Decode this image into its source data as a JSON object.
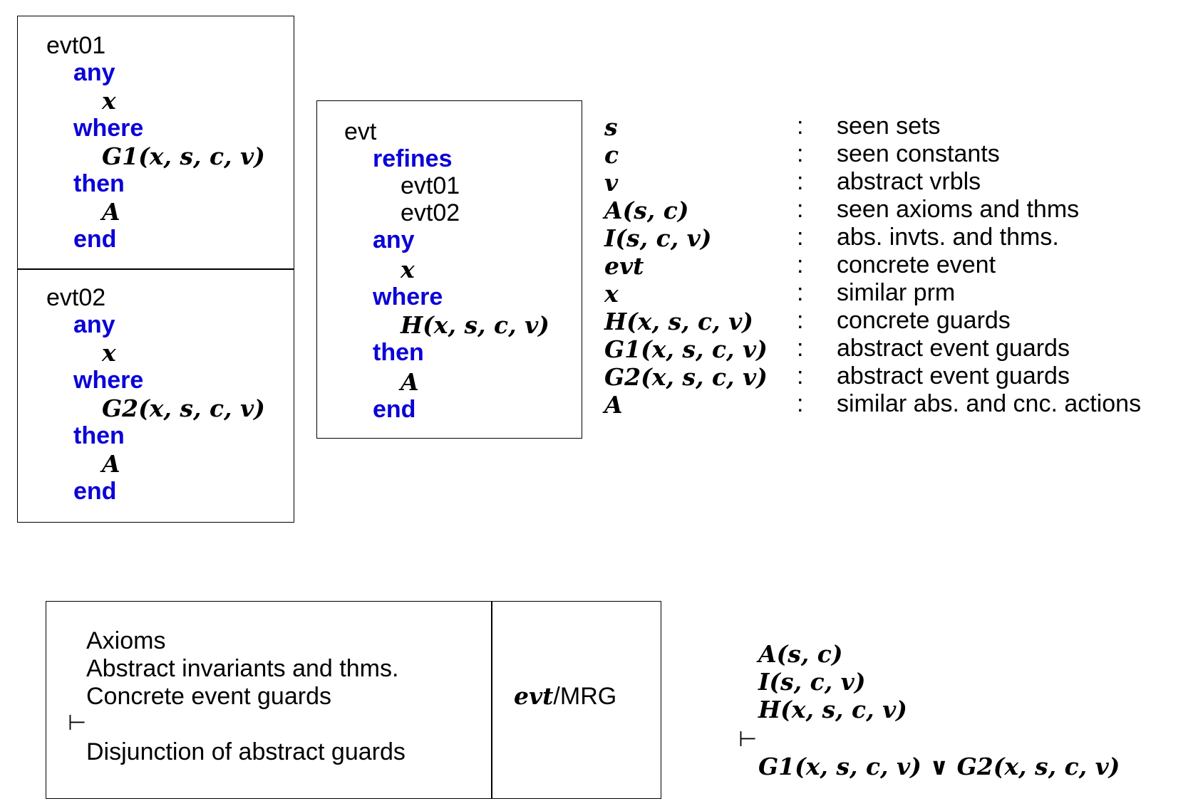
{
  "evt01": {
    "name": "evt01",
    "any_kw": "any",
    "param": "x",
    "where_kw": "where",
    "guard": "G1(x, s, c, v)",
    "then_kw": "then",
    "action": "A",
    "end_kw": "end"
  },
  "evt02": {
    "name": "evt02",
    "any_kw": "any",
    "param": "x",
    "where_kw": "where",
    "guard": "G2(x, s, c, v)",
    "then_kw": "then",
    "action": "A",
    "end_kw": "end"
  },
  "evt": {
    "name": "evt",
    "refines_kw": "refines",
    "refined": [
      "evt01",
      "evt02"
    ],
    "any_kw": "any",
    "param": "x",
    "where_kw": "where",
    "guard": "H(x, s, c, v)",
    "then_kw": "then",
    "action": "A",
    "end_kw": "end"
  },
  "legend": [
    {
      "symbol": "s",
      "sep": ":",
      "desc": "seen sets"
    },
    {
      "symbol": "c",
      "sep": ":",
      "desc": "seen constants"
    },
    {
      "symbol": "v",
      "sep": ":",
      "desc": "abstract vrbls"
    },
    {
      "symbol": "A(s, c)",
      "sep": ":",
      "desc": "seen axioms and thms"
    },
    {
      "symbol": "I(s, c, v)",
      "sep": ":",
      "desc": "abs. invts. and thms."
    },
    {
      "symbol": "evt",
      "sep": ":",
      "desc": "concrete event"
    },
    {
      "symbol": "x",
      "sep": ":",
      "desc": "similar prm"
    },
    {
      "symbol": "H(x, s, c, v)",
      "sep": ":",
      "desc": "concrete guards"
    },
    {
      "symbol": "G1(x, s, c, v)",
      "sep": ":",
      "desc": "abstract event guards"
    },
    {
      "symbol": "G2(x, s, c, v)",
      "sep": ":",
      "desc": "abstract event guards"
    },
    {
      "symbol": "A",
      "sep": ":",
      "desc": "similar abs. and cnc. actions"
    }
  ],
  "rule": {
    "hypotheses": [
      "Axioms",
      "Abstract invariants and thms.",
      "Concrete event guards"
    ],
    "turnstile": "⊢",
    "goal": "Disjunction of abstract guards",
    "name_evt": "evt",
    "name_rest": "/MRG"
  },
  "formal": {
    "hypotheses": [
      "A(s, c)",
      "I(s, c, v)",
      "H(x, s, c, v)"
    ],
    "turnstile": "⊢",
    "goal": "G1(x, s, c, v) ∨ G2(x, s, c, v)"
  }
}
